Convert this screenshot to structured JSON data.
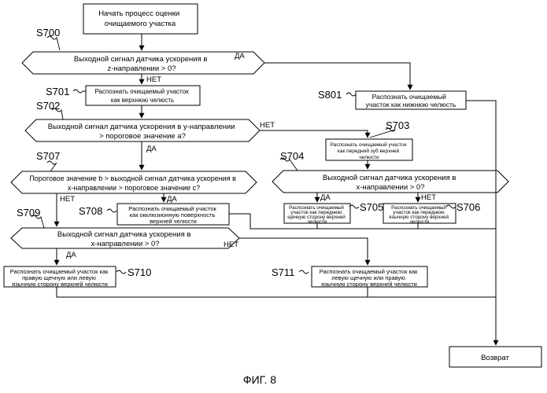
{
  "figure_caption": "ФИГ. 8",
  "steps": {
    "start": [
      "Начать процесс оценки",
      "очищаемого участка"
    ],
    "s700": {
      "id": "S700",
      "text": [
        "Выходной сигнал датчика ускорения в",
        "z-направлении > 0?"
      ]
    },
    "s701": {
      "id": "S701",
      "text": [
        "Распознать очищаемый участок",
        "как верхнюю челюсть"
      ]
    },
    "s801": {
      "id": "S801",
      "text": [
        "Распознать очищаемый",
        "участок как нижнюю челюсть"
      ]
    },
    "s702": {
      "id": "S702",
      "text": [
        "Выходной сигнал датчика ускорения в y-направлении",
        "> пороговое значение a?"
      ]
    },
    "s703": {
      "id": "S703",
      "text": [
        "Распознать очищаемый участок",
        "как передний зуб верхней",
        "челюсти"
      ]
    },
    "s707": {
      "id": "S707",
      "text": [
        "Пороговое значение b > выходной сигнал датчика ускорения в",
        "x-направлении > пороговое значение c?"
      ]
    },
    "s704": {
      "id": "S704",
      "text": [
        "Выходной сигнал датчика ускорения в",
        "x-направлении > 0?"
      ]
    },
    "s708": {
      "id": "S708",
      "text": [
        "Распознать очищаемый участок",
        "как окклюзионную поверхность",
        "верхней челюсти"
      ]
    },
    "s705": {
      "id": "S705",
      "text": [
        "Распознать очищаемый",
        "участок как переднюю",
        "щечную сторону верхней",
        "челюсти"
      ]
    },
    "s706": {
      "id": "S706",
      "text": [
        "Распознать очищаемый",
        "участок как переднюю",
        "язычную сторону верхней",
        "челюсти"
      ]
    },
    "s709": {
      "id": "S709",
      "text": [
        "Выходной сигнал датчика ускорения в",
        "x-направлении > 0?"
      ]
    },
    "s710": {
      "id": "S710",
      "text": [
        "Распознать очищаемый участок как",
        "правую щечную или левую",
        "язычную сторону верхней челюсти"
      ]
    },
    "s711": {
      "id": "S711",
      "text": [
        "Распознать очищаемый участок как",
        "левую    щечную или    правую",
        "язычную сторону верхней челюсти"
      ]
    },
    "end": "Возврат"
  },
  "branch_labels": {
    "s700_yes": "ДА",
    "s700_no": "НЕТ",
    "s702_no": "НЕТ",
    "s702_yes": "ДА",
    "s707_no": "НЕТ",
    "s707_yes": "ДА",
    "s704_yes": "ДА",
    "s704_no": "НЕТ",
    "s709_no": "НЕТ",
    "s709_yes": "ДА"
  }
}
